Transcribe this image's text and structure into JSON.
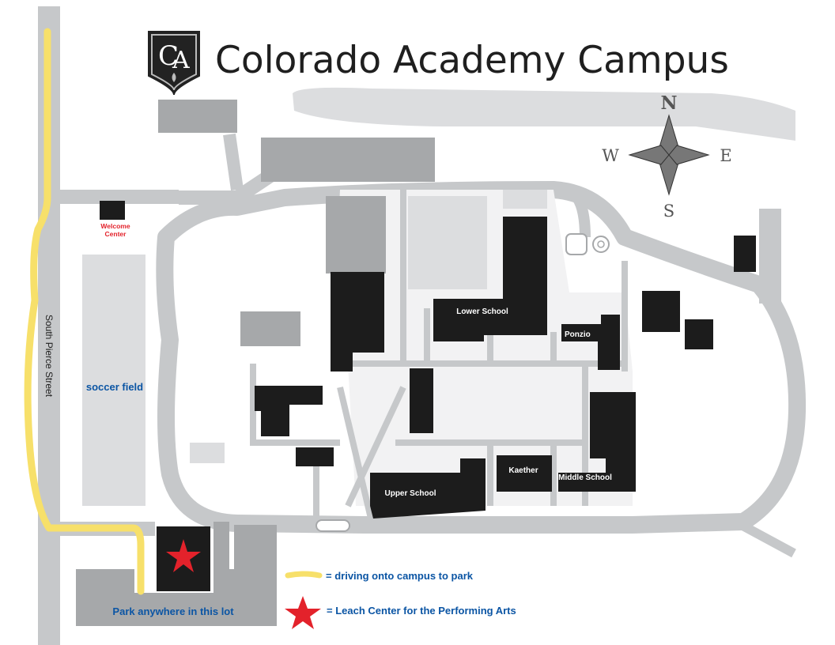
{
  "title": "Colorado Academy Campus",
  "logo": {
    "monogram_c": "C",
    "monogram_a": "A"
  },
  "street": "South Pierce Street",
  "buildings": {
    "welcome_center_line1": "Welcome",
    "welcome_center_line2": "Center",
    "lower_school": "Lower School",
    "ponzio": "Ponzio",
    "upper_school": "Upper School",
    "kaether": "Kaether",
    "middle_school": "Middle School"
  },
  "areas": {
    "soccer_field": "soccer field",
    "parking_lot": "Park anywhere in this lot"
  },
  "compass": {
    "north": "N",
    "south": "S",
    "east": "E",
    "west": "W"
  },
  "legend": {
    "route_label": "= driving onto campus to park",
    "star_label": "= Leach Center for the Performing Arts"
  },
  "colors": {
    "building": "#1c1c1c",
    "road": "#c6c8ca",
    "parking": "#a6a8aa",
    "field": "#dcdddf",
    "route": "#f7e06a",
    "star": "#e3222b",
    "label_blue": "#0b55a4"
  }
}
